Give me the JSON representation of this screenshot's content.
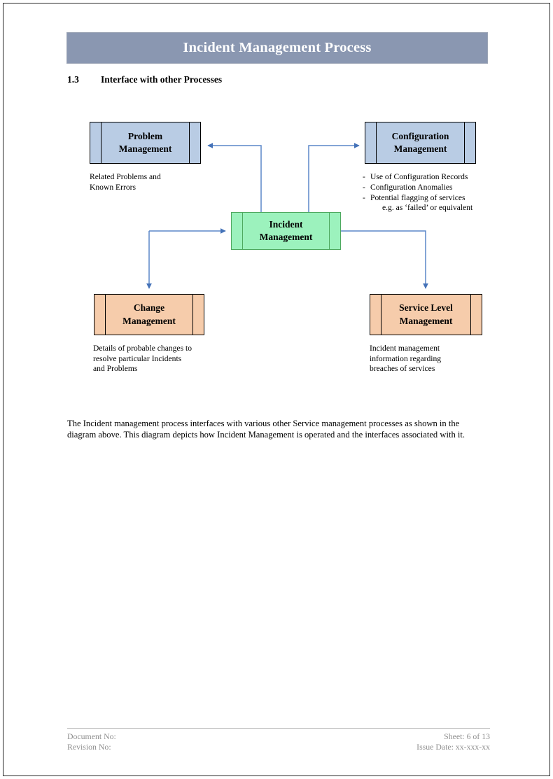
{
  "document": {
    "banner_title": "Incident Management Process",
    "section": {
      "number": "1.3",
      "title": "Interface with other Processes"
    },
    "body_paragraph": "The Incident management process interfaces with various other Service management processes as shown in the diagram above. This diagram depicts how Incident Management is operated and the interfaces associated with it."
  },
  "diagram": {
    "boxes": {
      "problem": {
        "label_line1": "Problem",
        "label_line2": "Management",
        "color": "#b9cce4"
      },
      "configuration": {
        "label_line1": "Configuration",
        "label_line2": "Management",
        "color": "#b9cce4"
      },
      "incident": {
        "label_line1": "Incident",
        "label_line2": "Management",
        "color": "#9cf2bd"
      },
      "change": {
        "label_line1": "Change",
        "label_line2": "Management",
        "color": "#f6ccab"
      },
      "service_level": {
        "label_line1": "Service Level",
        "label_line2": "Management",
        "color": "#f6ccab"
      }
    },
    "captions": {
      "problem": {
        "line1": "Related Problems and",
        "line2": "Known Errors"
      },
      "configuration": {
        "line1": "Use of Configuration Records",
        "line2": "Configuration Anomalies",
        "line3": "Potential flagging of services",
        "line4": "e.g. as ‘failed’ or equivalent",
        "bullet_marker": "-"
      },
      "change": {
        "line1": "Details of probable changes to",
        "line2": "resolve particular Incidents",
        "line3": "and Problems"
      },
      "service_level": {
        "line1": "Incident management",
        "line2": "information regarding",
        "line3": "breaches of services"
      }
    },
    "connector_color": "#5b87c9"
  },
  "footer": {
    "document_no": "Document No:",
    "revision_no": "Revision No:",
    "sheet": "Sheet: 6 of 13",
    "issue_date": "Issue Date: xx-xxx-xx"
  }
}
